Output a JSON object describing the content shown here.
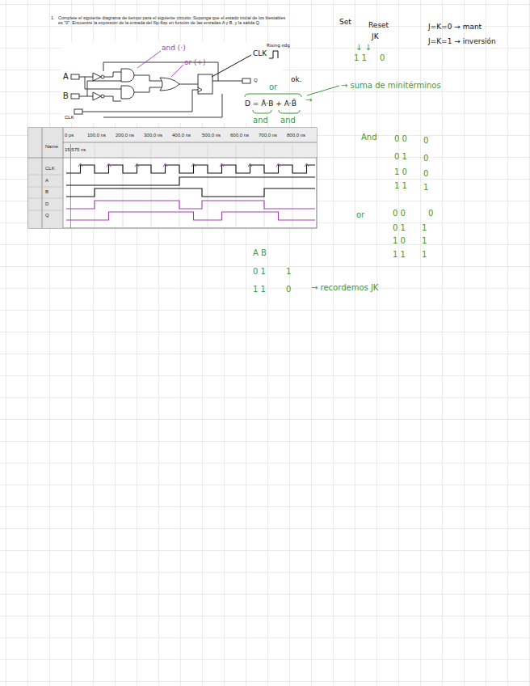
{
  "diagram": {
    "labels": [
      "1.",
      "Complete el siguiente diagrama de tiempo para el siguiente circuito. Suponga que el estado inicial de los biestables es \"0\". Encuentre la expresión de la entrada del flip-flop en función de las entradas A y B, y la salida Q.",
      "A",
      "B",
      "CLK",
      "Q",
      "and (·)",
      "or (+)",
      "CLK",
      "Rising edg",
      "Name",
      "0 ps",
      "100,0 ns",
      "200,0 ns",
      "300,0 ns",
      "400,0 ns",
      "500,0 ns",
      "600,0 ns",
      "700,0 ns",
      "800,0 ns",
      "15.575 ns",
      "CLK",
      "A",
      "B",
      "D",
      "Q",
      "Set",
      "Reset",
      "JK",
      "↓ ↓",
      "1 1",
      "0",
      "J=K=0 → mant",
      "J=K=1 → inversión",
      "or",
      "ok.",
      "D = Ā·B + A·B̄",
      "and",
      "and",
      "→ suma de minitérminos",
      "→",
      "And",
      "0 0",
      "0",
      "0 1",
      "0",
      "1 0",
      "0",
      "1 1",
      "1",
      "or",
      "0 0",
      "0",
      "0 1",
      "1",
      "1 0",
      "1",
      "1 1",
      "1",
      "A B",
      "0 1",
      "1",
      "1 1",
      "0",
      "→ recordemos JK"
    ]
  }
}
